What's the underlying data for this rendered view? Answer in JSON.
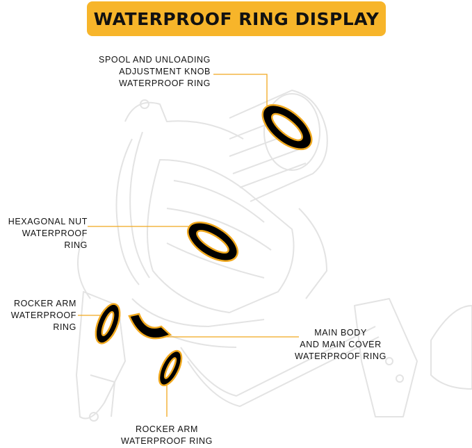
{
  "title": "WATERPROOF RING DISPLAY",
  "colors": {
    "banner": "#f7b52a",
    "ring_outline": "#f0a81e",
    "ring_fill": "#000000",
    "leader": "#f0a81e",
    "reel_line": "#e5e5e5"
  },
  "callouts": {
    "spool": {
      "line1": "SPOOL AND UNLOADING",
      "line2": "ADJUSTMENT KNOB",
      "line3": "WATERPROOF RING"
    },
    "hex_nut": {
      "line1": "HEXAGONAL NUT",
      "line2": "WATERPROOF",
      "line3": "RING"
    },
    "rocker_left": {
      "line1": "ROCKER ARM",
      "line2": "WATERPROOF",
      "line3": "RING"
    },
    "main_body": {
      "line1": "MAIN BODY",
      "line2": "AND MAIN COVER",
      "line3": "WATERPROOF RING"
    },
    "rocker_bottom": {
      "line1": "ROCKER ARM",
      "line2": "WATERPROOF RING"
    }
  }
}
